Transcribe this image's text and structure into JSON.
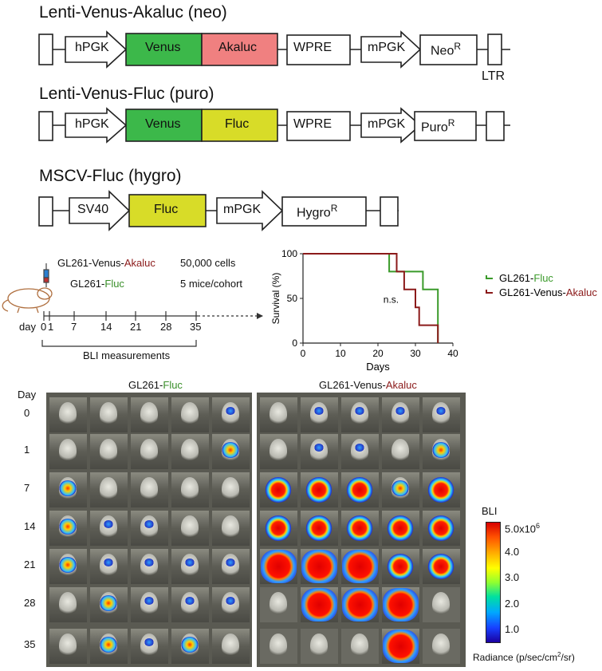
{
  "constructs": [
    {
      "title": "Lenti-Venus-Akaluc (neo)",
      "parts": [
        "hPGK",
        "Venus",
        "Akaluc",
        "WPRE",
        "mPGK",
        "Neo",
        "R"
      ],
      "ltr": "LTR"
    },
    {
      "title": "Lenti-Venus-Fluc (puro)",
      "parts": [
        "hPGK",
        "Venus",
        "Fluc",
        "WPRE",
        "mPGK",
        "Puro",
        "R"
      ]
    },
    {
      "title": "MSCV-Fluc (hygro)",
      "parts": [
        "SV40",
        "Fluc",
        "mPGK",
        "Hygro",
        "R"
      ]
    }
  ],
  "timeline": {
    "line1_a": "GL261-Venus-",
    "line1_b": "Akaluc",
    "line2_a": "GL261-",
    "line2_b": "Fluc",
    "cells": "50,000 cells",
    "mice": "5 mice/cohort",
    "day_label": "day",
    "ticks": [
      "0",
      "1",
      "7",
      "14",
      "21",
      "28",
      "35"
    ],
    "bli": "BLI measurements"
  },
  "chart_data": {
    "type": "line",
    "xlabel": "Days",
    "ylabel": "Survival (%)",
    "xlim": [
      0,
      40
    ],
    "ylim": [
      0,
      100
    ],
    "xticks": [
      "0",
      "10",
      "20",
      "30",
      "40"
    ],
    "yticks": [
      "0",
      "50",
      "100"
    ],
    "annotation": "n.s.",
    "legend_position": "right",
    "series": [
      {
        "name": "GL261-Fluc",
        "label_a": "GL261-",
        "label_b": "Fluc",
        "color": "#3a9a2a",
        "x": [
          0,
          23,
          23,
          32,
          32,
          36,
          36
        ],
        "y": [
          100,
          100,
          80,
          80,
          60,
          60,
          0
        ]
      },
      {
        "name": "GL261-Venus-Akaluc",
        "label_a": "GL261-Venus-",
        "label_b": "Akaluc",
        "color": "#8b1a1a",
        "x": [
          0,
          25,
          25,
          27,
          27,
          30,
          30,
          31,
          31,
          36,
          36
        ],
        "y": [
          100,
          100,
          80,
          80,
          60,
          60,
          40,
          40,
          20,
          20,
          0
        ]
      }
    ]
  },
  "imaging": {
    "day_header": "Day",
    "days": [
      "0",
      "1",
      "7",
      "14",
      "21",
      "28",
      "35"
    ],
    "panel_left_a": "GL261-",
    "panel_left_b": "Fluc",
    "panel_right_a": "GL261-Venus-",
    "panel_right_b": "Akaluc"
  },
  "colorbar": {
    "title": "BLI",
    "ticks": [
      "5.0x10",
      "4.0",
      "3.0",
      "2.0",
      "1.0"
    ],
    "exp": "6",
    "radiance": "Radiance (p/sec/cm",
    "radiance_sup": "2",
    "radiance_end": "/sr)"
  }
}
